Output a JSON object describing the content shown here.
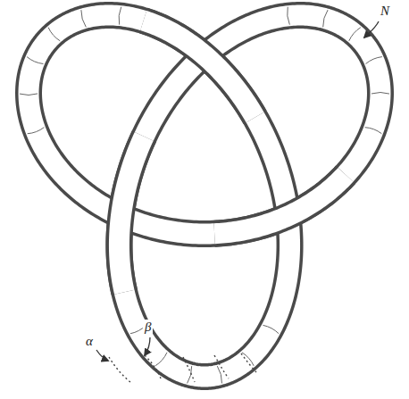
{
  "diagram": {
    "labels": [
      "N",
      "α",
      "β"
    ]
  }
}
